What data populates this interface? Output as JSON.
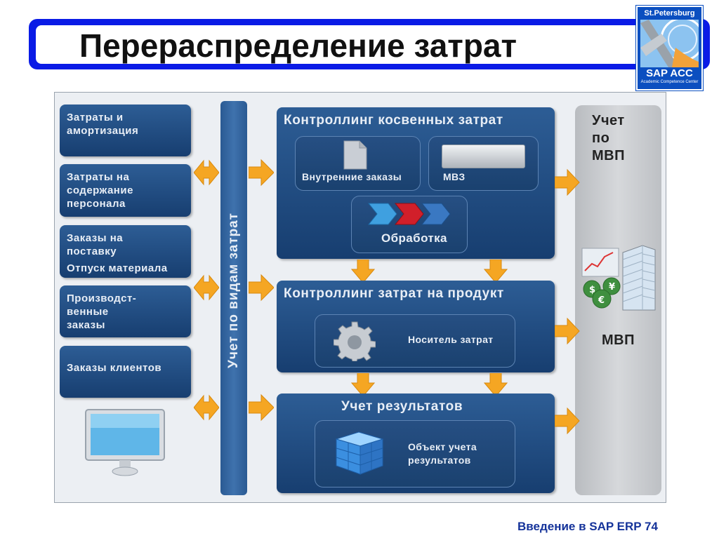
{
  "header": {
    "title": "Перераспределение затрат",
    "logo": {
      "top_text": "St.Petersburg",
      "sap_text": "SAP  ACC",
      "subtitle": "Academic Competence Center"
    }
  },
  "left_boxes": [
    {
      "lines": [
        "Затраты и",
        "амортизация"
      ]
    },
    {
      "lines": [
        "Затраты на",
        "содержание",
        "персонала"
      ]
    },
    {
      "lines": [
        "Заказы на",
        "поставку",
        "Отпуск материала"
      ]
    },
    {
      "lines": [
        "Производст-",
        "венные",
        "заказы"
      ]
    },
    {
      "lines": [
        "Заказы клиентов"
      ]
    }
  ],
  "vertical_bar": {
    "label": "Учет по видам затрат"
  },
  "middle": {
    "overhead": {
      "title": "Контроллинг косвенных затрат",
      "internal_orders": "Внутренние заказы",
      "cost_center": "МВЗ",
      "processing": "Обработка"
    },
    "product": {
      "title": "Контроллинг затрат на продукт",
      "cost_object": "Носитель затрат"
    },
    "results": {
      "title": "Учет результатов",
      "result_object_lines": [
        "Объект учета",
        "результатов"
      ]
    }
  },
  "right_panel": {
    "label_lines": [
      "Учет",
      "по",
      "МВП"
    ],
    "profit_center": "МВП",
    "currency_symbols": [
      "$",
      "¥",
      "€"
    ]
  },
  "footer": {
    "text": "Введение в SAP ERP  74"
  },
  "colors": {
    "title_border": "#0a1be6",
    "box_blue": "#1f4a80",
    "arrow_orange": "#f5a623",
    "right_panel_gray": "#c8cacd",
    "footer_blue": "#15339a"
  }
}
